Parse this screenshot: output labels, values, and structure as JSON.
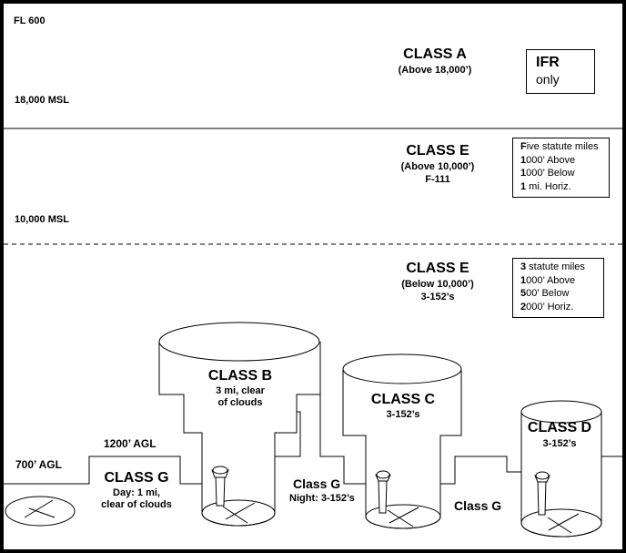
{
  "altitudes": {
    "fl600": "FL 600",
    "msl18000": "18,000 MSL",
    "msl10000": "10,000 MSL",
    "agl1200": "1200’ AGL",
    "agl700": "700’ AGL"
  },
  "class_a": {
    "title": "CLASS A",
    "sub": "(Above 18,000’)"
  },
  "ifr_box": {
    "line1": "IFR",
    "line2": "only"
  },
  "class_e_upper": {
    "title": "CLASS E",
    "sub1": "(Above 10,000’)",
    "sub2": "F-111"
  },
  "vis_upper": [
    {
      "bold": "F",
      "rest": "ive statute miles"
    },
    {
      "bold": "1",
      "rest": "000’ Above"
    },
    {
      "bold": "1",
      "rest": "000’ Below"
    },
    {
      "bold": "1",
      "rest": " mi. Horiz."
    }
  ],
  "class_e_lower": {
    "title": "CLASS E",
    "sub1": "(Below 10,000’)",
    "sub2": "3-152’s"
  },
  "vis_lower": [
    {
      "bold": "3",
      "rest": " statute miles"
    },
    {
      "bold": "1",
      "rest": "000’ Above"
    },
    {
      "bold": "5",
      "rest": "00’ Below"
    },
    {
      "bold": "2",
      "rest": "000’ Horiz."
    }
  ],
  "class_b": {
    "title": "CLASS B",
    "sub1": "3 mi, clear",
    "sub2": "of clouds"
  },
  "class_c": {
    "title": "CLASS C",
    "sub": "3-152’s"
  },
  "class_d": {
    "title": "CLASS D",
    "sub": "3-152’s"
  },
  "class_g_left": {
    "title": "CLASS G",
    "sub1": "Day: 1 mi,",
    "sub2": "clear of clouds"
  },
  "class_g_mid": {
    "title": "Class G",
    "sub": "Night: 3-152’s"
  },
  "class_g_right": {
    "title": "Class G"
  }
}
